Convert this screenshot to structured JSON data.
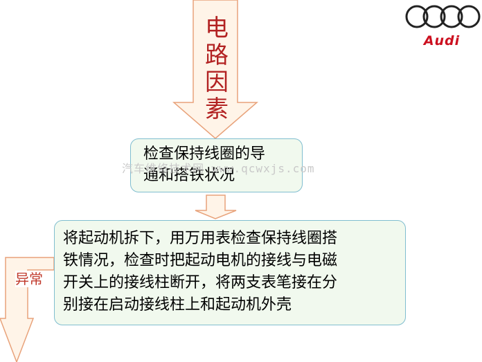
{
  "title_chars": [
    "电",
    "路",
    "因",
    "素"
  ],
  "box_small": {
    "lines": [
      "检查保持线圈的导",
      "通和搭铁状况"
    ]
  },
  "box_large": {
    "lines": [
      "将起动机拆下，用万用表检查保持线圈搭",
      "铁情况，检查时把起动电机的接线与电磁",
      "开关上的接线柱断开，将两支表笔接在分",
      "别接在启动接线柱上和起动机外壳"
    ]
  },
  "side_label": "异常",
  "watermark": "汽车维修技术网 www.qcwxjs.com",
  "logo": {
    "word": "Audi"
  },
  "colors": {
    "arrow_fill": "#fff4e8",
    "arrow_stroke": "#e8a27a",
    "box_fill": "#f1f9ee",
    "box_stroke": "#7fbdcf",
    "title_text": "#b22222",
    "label_text": "#c0392b",
    "logo_red": "#cc1020"
  }
}
